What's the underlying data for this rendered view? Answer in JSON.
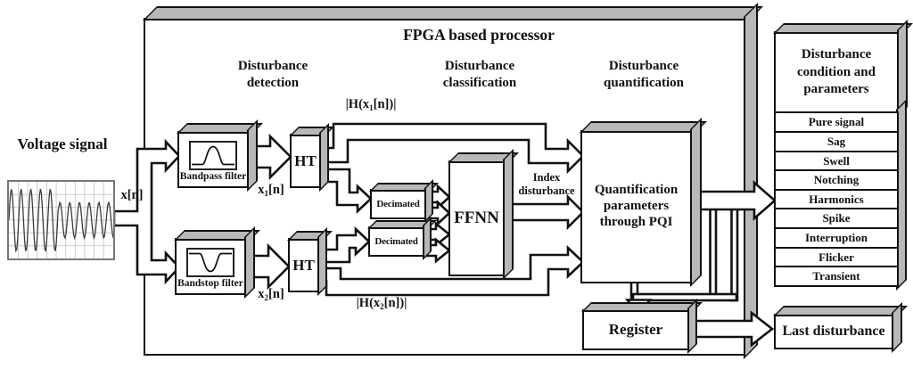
{
  "colors": {
    "box_side_gray": "#b8b8b8",
    "outline_black": "#111111",
    "background": "#ffffff",
    "waveform_gray": "#3a3a3a",
    "grid_gray": "#cccccc"
  },
  "fpga": {
    "title": "FPGA based processor"
  },
  "input": {
    "label": "Voltage signal"
  },
  "signals": {
    "x": {
      "full": "x[n]"
    },
    "x1": {
      "pre": "x",
      "sub": "1",
      "rest": "[n]"
    },
    "x2": {
      "pre": "x",
      "sub": "2",
      "rest": "[n]"
    },
    "hx1": {
      "pre": "|H(x",
      "sub": "1",
      "rest": "[n])|"
    },
    "hx2": {
      "pre": "|H(x",
      "sub": "2",
      "rest": "[n])|"
    }
  },
  "sections": {
    "detection": "Disturbance detection",
    "classification": "Disturbance classification",
    "quantification": "Disturbance quantification"
  },
  "blocks": {
    "bandpass": "Bandpass filter",
    "bandstop": "Bandstop filter",
    "ht": "HT",
    "decimated": "Decimated",
    "ffnn": "FFNN",
    "index_label": "Index disturbance",
    "quantification": "Quantification parameters through PQI",
    "register": "Register"
  },
  "output_panel": {
    "header": "Disturbance condition and parameters",
    "items": [
      "Pure signal",
      "Sag",
      "Swell",
      "Notching",
      "Harmonics",
      "Spike",
      "Interruption",
      "Flicker",
      "Transient"
    ]
  },
  "last_disturbance": {
    "label": "Last disturbance"
  }
}
